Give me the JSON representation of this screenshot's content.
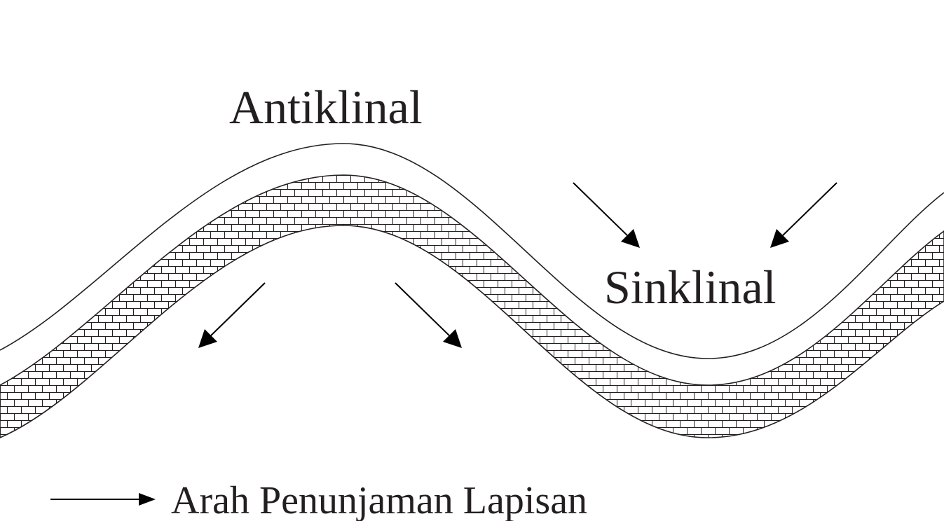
{
  "labels": {
    "anticline": "Antiklinal",
    "syncline": "Sinklinal"
  },
  "legend": {
    "text": "Arah Penunjaman Lapisan",
    "icon": "arrow-right-icon"
  },
  "colors": {
    "line": "#231f20",
    "background": "#ffffff"
  }
}
